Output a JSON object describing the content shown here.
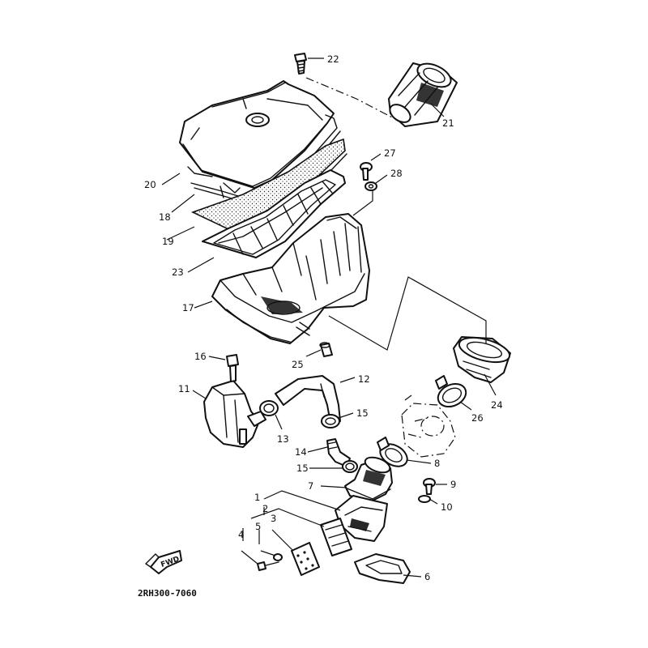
{
  "diagram": {
    "drawing_code": "2RH300-7060",
    "direction_marker": "FWD",
    "callouts": {
      "c1": "1",
      "c2": "2",
      "c3": "3",
      "c4": "4",
      "c5": "5",
      "c6": "6",
      "c7": "7",
      "c8": "8",
      "c9": "9",
      "c10": "10",
      "c11": "11",
      "c12": "12",
      "c13": "13",
      "c14": "14",
      "c15a": "15",
      "c15b": "15",
      "c16": "16",
      "c17": "17",
      "c18": "18",
      "c19": "19",
      "c20": "20",
      "c21": "21",
      "c22": "22",
      "c23": "23",
      "c24": "24",
      "c25": "25",
      "c26": "26",
      "c27": "27",
      "c28": "28"
    }
  }
}
